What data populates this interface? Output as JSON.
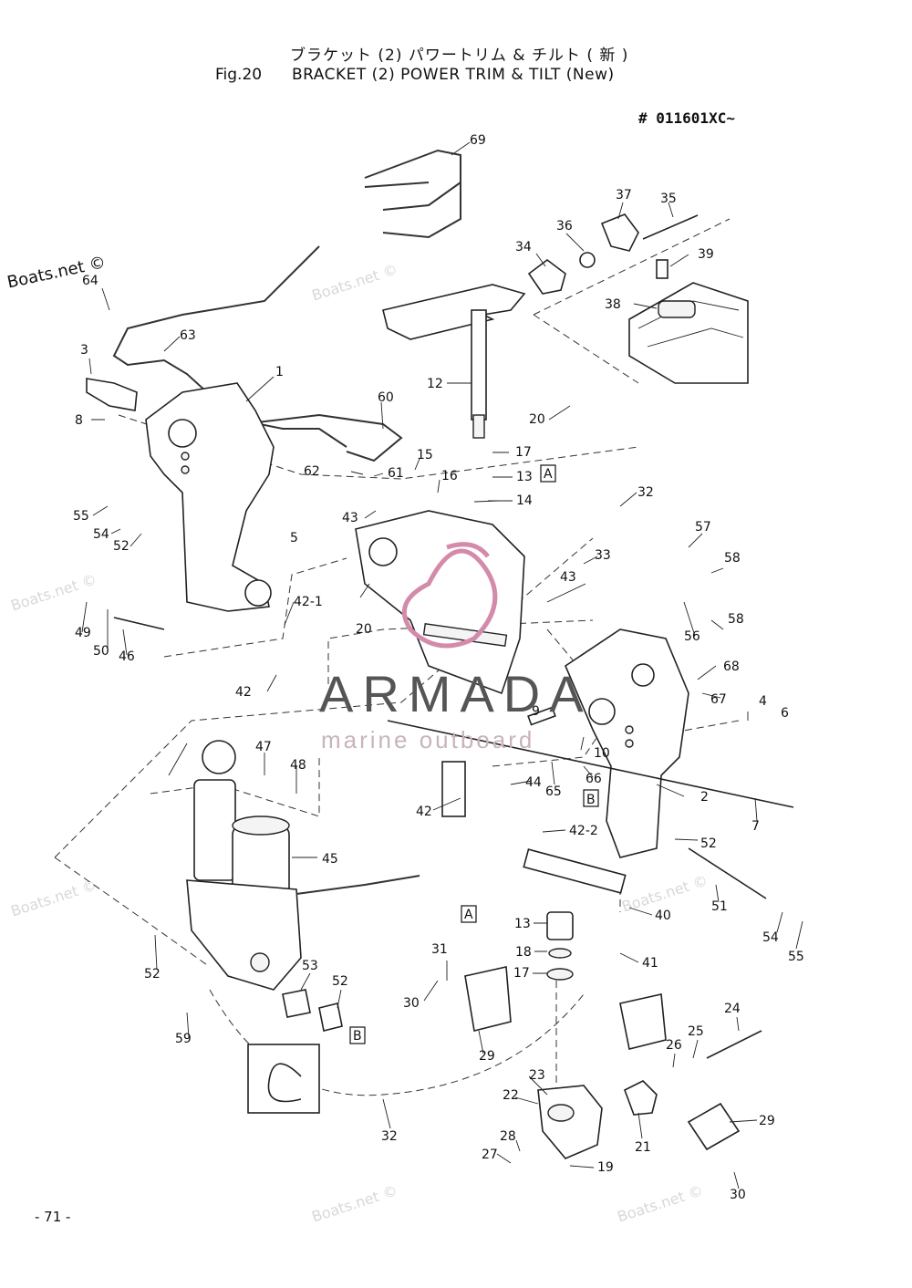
{
  "header": {
    "title_jp": "ブラケット (2) パワートリム & チルト ( 新 )",
    "fig_label": "Fig.20",
    "title_en": "BRACKET (2) POWER TRIM & TILT (New)",
    "serial": "# 011601XC~"
  },
  "footer": {
    "page_number": "- 71 -"
  },
  "watermarks": {
    "boats": "Boats.net ©",
    "faint": "Boats.net ©",
    "armada": "ARMADA",
    "armada_sub": "marine outboard"
  },
  "callouts": [
    "69",
    "37",
    "35",
    "36",
    "34",
    "39",
    "38",
    "12",
    "64",
    "63",
    "3",
    "1",
    "8",
    "60",
    "20",
    "17",
    "15",
    "62",
    "61",
    "16",
    "13",
    "A",
    "14",
    "55",
    "54",
    "52",
    "5",
    "43",
    "32",
    "57",
    "58",
    "33",
    "49",
    "50",
    "46",
    "42-1",
    "20",
    "43",
    "56",
    "58",
    "42",
    "68",
    "4",
    "67",
    "6",
    "47",
    "48",
    "9",
    "10",
    "66",
    "44",
    "65",
    "B",
    "2",
    "7",
    "42",
    "42-2",
    "45",
    "52",
    "40",
    "51",
    "A",
    "13",
    "31",
    "18",
    "41",
    "17",
    "54",
    "55",
    "52",
    "30",
    "53",
    "52",
    "24",
    "25",
    "26",
    "59",
    "B",
    "29",
    "23",
    "22",
    "21",
    "29",
    "28",
    "27",
    "19",
    "32",
    "30"
  ]
}
